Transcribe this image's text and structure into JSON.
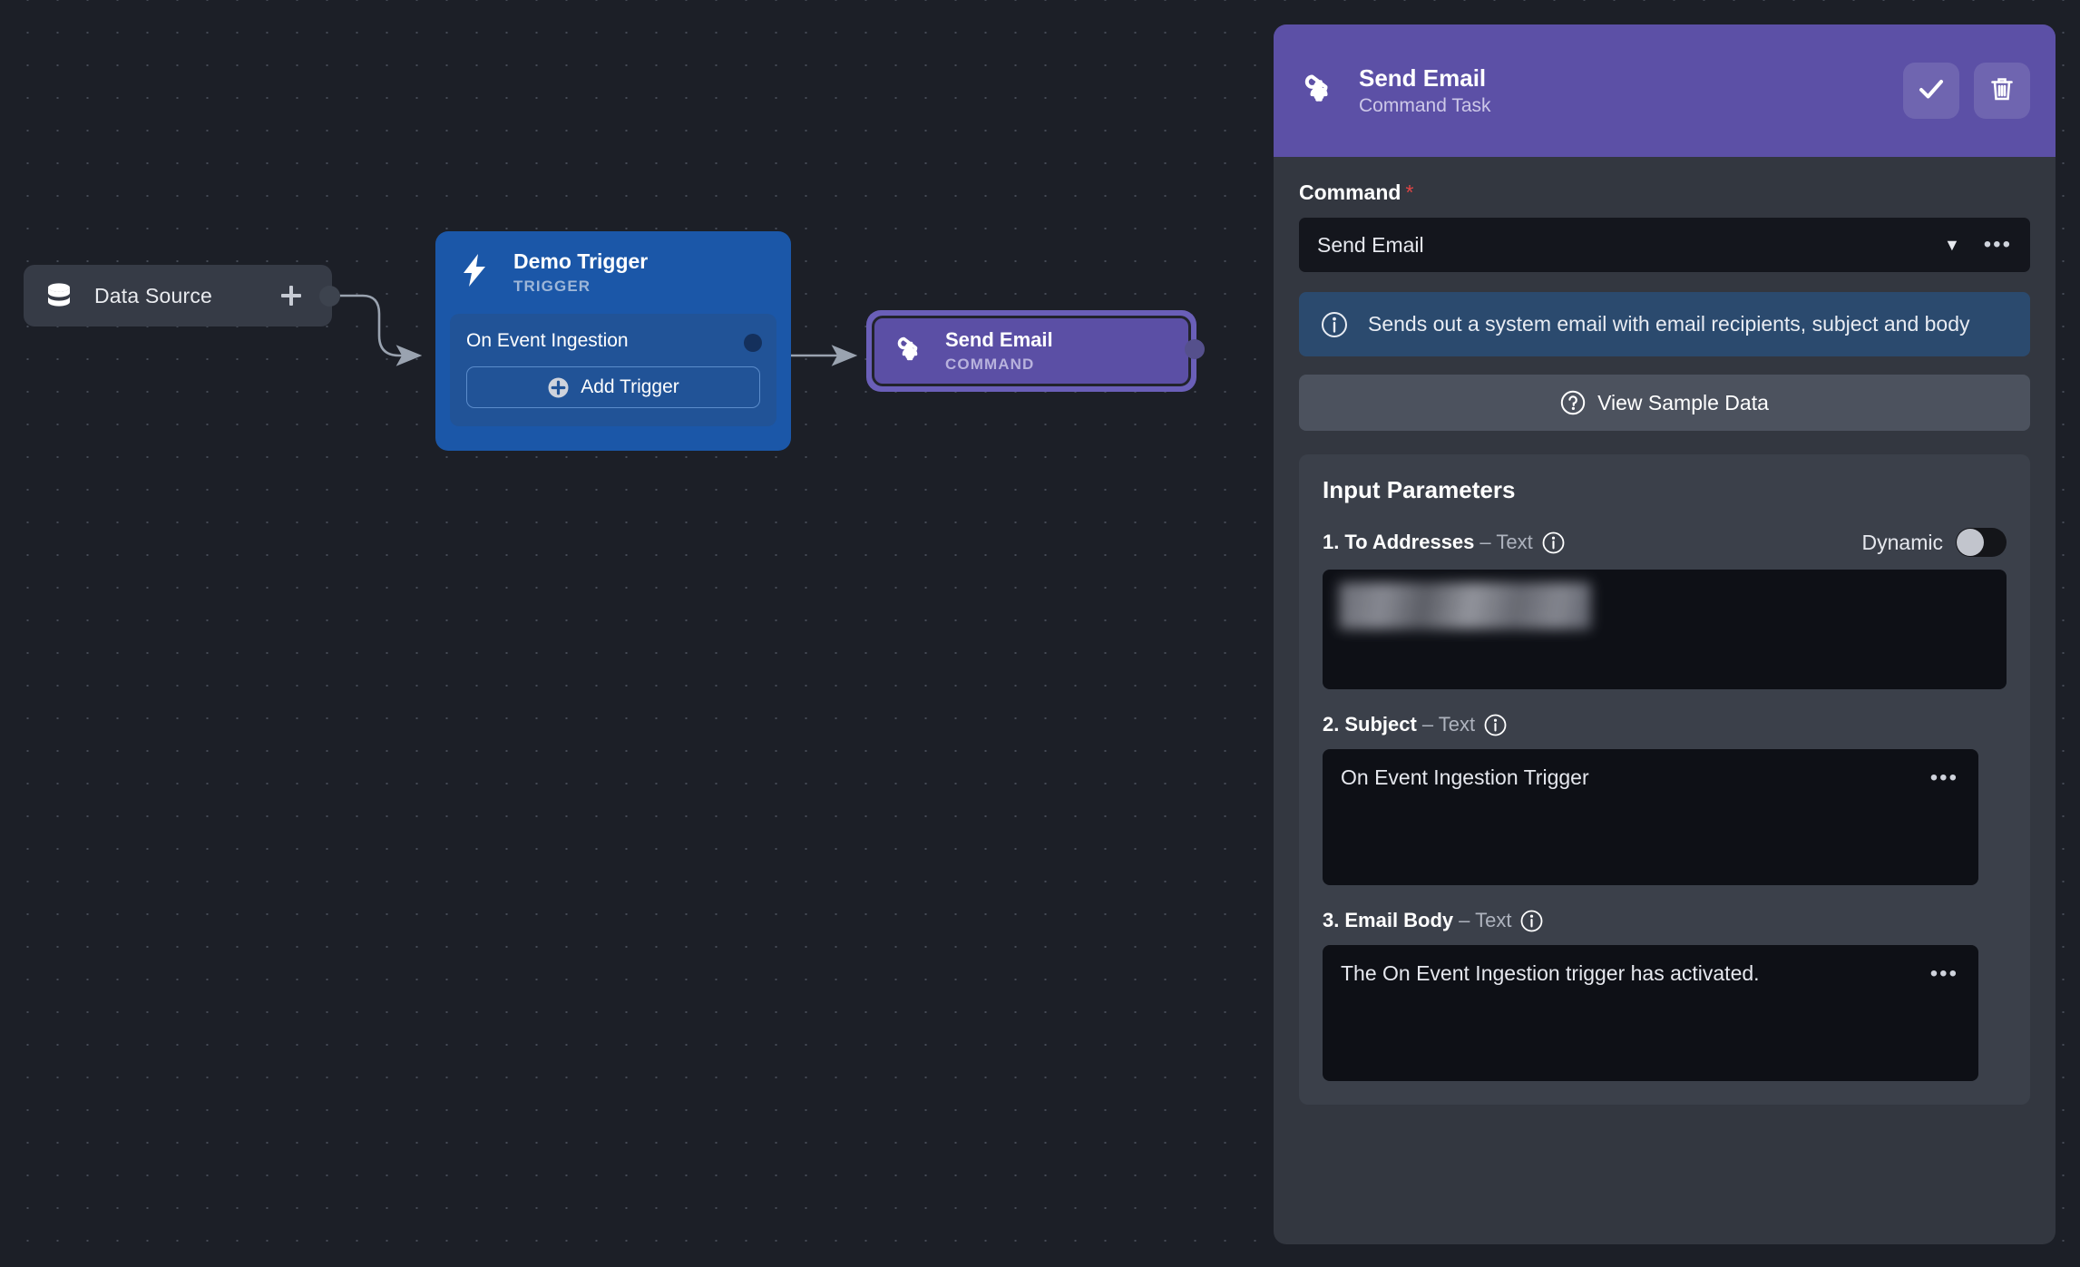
{
  "canvas": {
    "nodes": {
      "data_source": {
        "label": "Data Source",
        "icon": "database-icon",
        "add_icon": "plus-icon"
      },
      "demo_trigger": {
        "title": "Demo Trigger",
        "subtitle": "TRIGGER",
        "icon": "lightning-bolt-icon",
        "event": "On Event Ingestion",
        "add_trigger_label": "Add Trigger",
        "add_trigger_icon": "plus-circle-icon",
        "color": "#1b57a8"
      },
      "send_email": {
        "title": "Send Email",
        "subtitle": "COMMAND",
        "icon": "command-icon",
        "color": "#5b4fa5",
        "selected": true
      }
    }
  },
  "panel": {
    "header": {
      "icon": "command-icon",
      "title": "Send Email",
      "subtitle": "Command Task",
      "confirm_icon": "check-icon",
      "delete_icon": "trash-icon",
      "color": "#5c50a6"
    },
    "command": {
      "label": "Command",
      "required_marker": "*",
      "value": "Send Email",
      "caret_icon": "chevron-down-icon",
      "more_icon": "ellipsis-icon"
    },
    "info": {
      "icon": "info-icon",
      "text": "Sends out a system email with email recipients, subject and body",
      "color": "#2b4a6e"
    },
    "sample_button": {
      "label": "View Sample Data",
      "icon": "question-circle-icon"
    },
    "input_parameters": {
      "title": "Input Parameters",
      "params": [
        {
          "index": "1.",
          "name": "To Addresses",
          "type": "– Text",
          "info_icon": "info-icon",
          "dynamic_label": "Dynamic",
          "dynamic_on": false,
          "value": "",
          "redacted": true
        },
        {
          "index": "2.",
          "name": "Subject",
          "type": "– Text",
          "info_icon": "info-icon",
          "value": "On Event Ingestion Trigger",
          "more_icon": "ellipsis-icon"
        },
        {
          "index": "3.",
          "name": "Email Body",
          "type": "– Text",
          "info_icon": "info-icon",
          "value": "The On Event Ingestion trigger has activated.",
          "more_icon": "ellipsis-icon"
        }
      ]
    }
  }
}
